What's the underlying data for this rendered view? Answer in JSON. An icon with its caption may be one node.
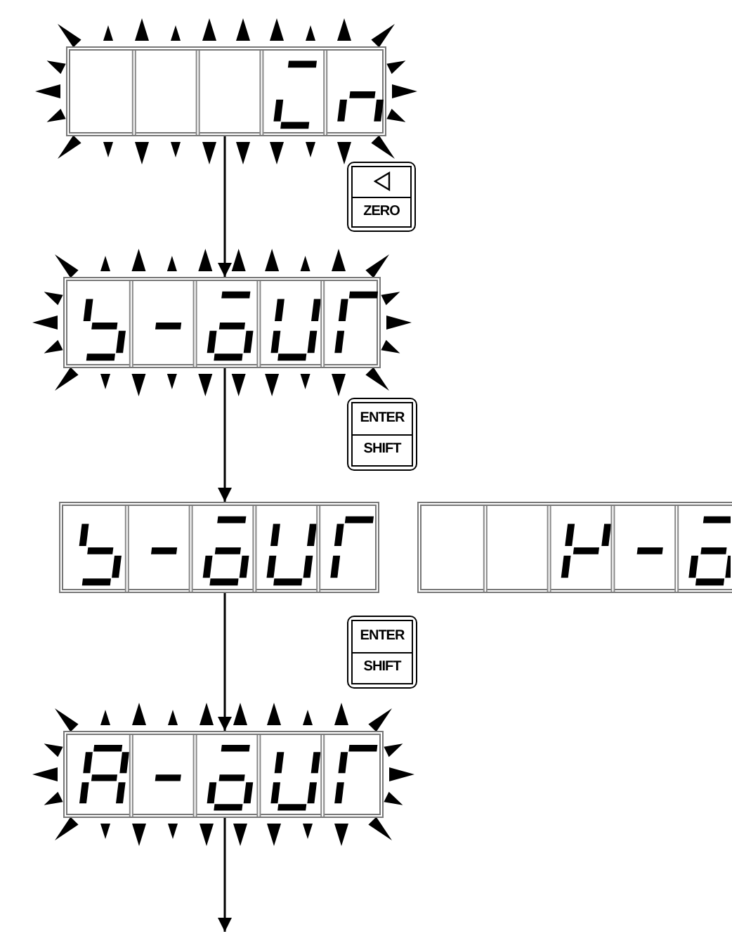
{
  "diagram": {
    "nodes": [
      {
        "text": [],
        "shape": "box"
      },
      {
        "text": [
          "ZERO"
        ]
      },
      {
        "text": [],
        "shape": "box"
      },
      {
        "text": [
          "ENTER",
          "SHIFT"
        ]
      },
      {
        "text": [],
        "shape": "box"
      },
      {
        "text": [],
        "shape": "box"
      },
      {
        "text": [
          "ENTER",
          "SHIFT"
        ]
      },
      {
        "text": [],
        "shape": "box"
      }
    ],
    "edges": [
      {
        "from": 0,
        "to": 2,
        "arrow": "to"
      },
      {
        "from": 2,
        "to": 4,
        "arrow": "to"
      },
      {
        "from": 4,
        "to": 7,
        "arrow": "to"
      },
      {
        "from": 7,
        "to": null,
        "arrow": "to"
      }
    ]
  }
}
